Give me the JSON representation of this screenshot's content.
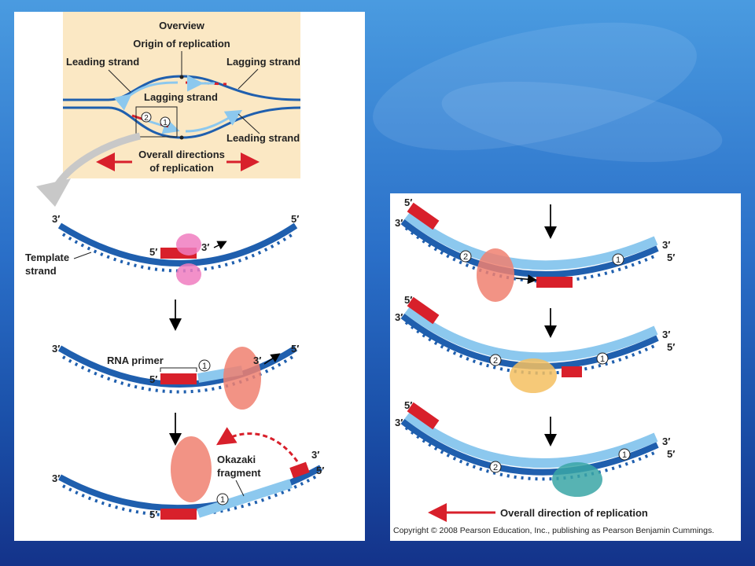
{
  "colors": {
    "dna_dark": "#1f5fae",
    "dna_light": "#8cc8ee",
    "primer": "#d8202b",
    "overview_bg": "#fbe8c4",
    "arrow_gray": "#c8c8c8",
    "polymerase": "#f08070",
    "primase": "#f07cc0",
    "ligase": "#f5c060",
    "helper": "#3aa6a6"
  },
  "overview": {
    "title": "Overview",
    "origin": "Origin of replication",
    "leading_left": "Leading strand",
    "lagging_right": "Lagging strand",
    "lagging_center": "Lagging strand",
    "leading_right": "Leading strand",
    "overall_line1": "Overall directions",
    "overall_line2": "of replication",
    "num2": "2",
    "num1": "1"
  },
  "left": {
    "s1": {
      "three_left": "3′",
      "five_right": "5′",
      "primer5": "5′",
      "primer3": "3′",
      "template_line1": "Template",
      "template_line2": "strand"
    },
    "s2": {
      "three_left": "3′",
      "five_right": "5′",
      "rna_primer": "RNA primer",
      "primer5": "5′",
      "end3": "3′",
      "num1": "1"
    },
    "s3": {
      "three_left": "3′",
      "three_right": "3′",
      "five_right": "5′",
      "okazaki_line1": "Okazaki",
      "okazaki_line2": "fragment",
      "primer5": "5′",
      "num1": "1"
    }
  },
  "right": {
    "s4": {
      "five_top": "5′",
      "three_left": "3′",
      "three_right": "3′",
      "five_right": "5′",
      "num2": "2",
      "num1": "1"
    },
    "s5": {
      "five_top": "5′",
      "three_left": "3′",
      "three_right": "3′",
      "five_right": "5′",
      "num2": "2",
      "num1": "1"
    },
    "s6": {
      "five_top": "5′",
      "three_left": "3′",
      "three_right": "3′",
      "five_right": "5′",
      "num2": "2",
      "num1": "1"
    },
    "overall": "Overall direction of replication",
    "copyright": "Copyright © 2008 Pearson Education, Inc., publishing as Pearson Benjamin Cummings."
  }
}
